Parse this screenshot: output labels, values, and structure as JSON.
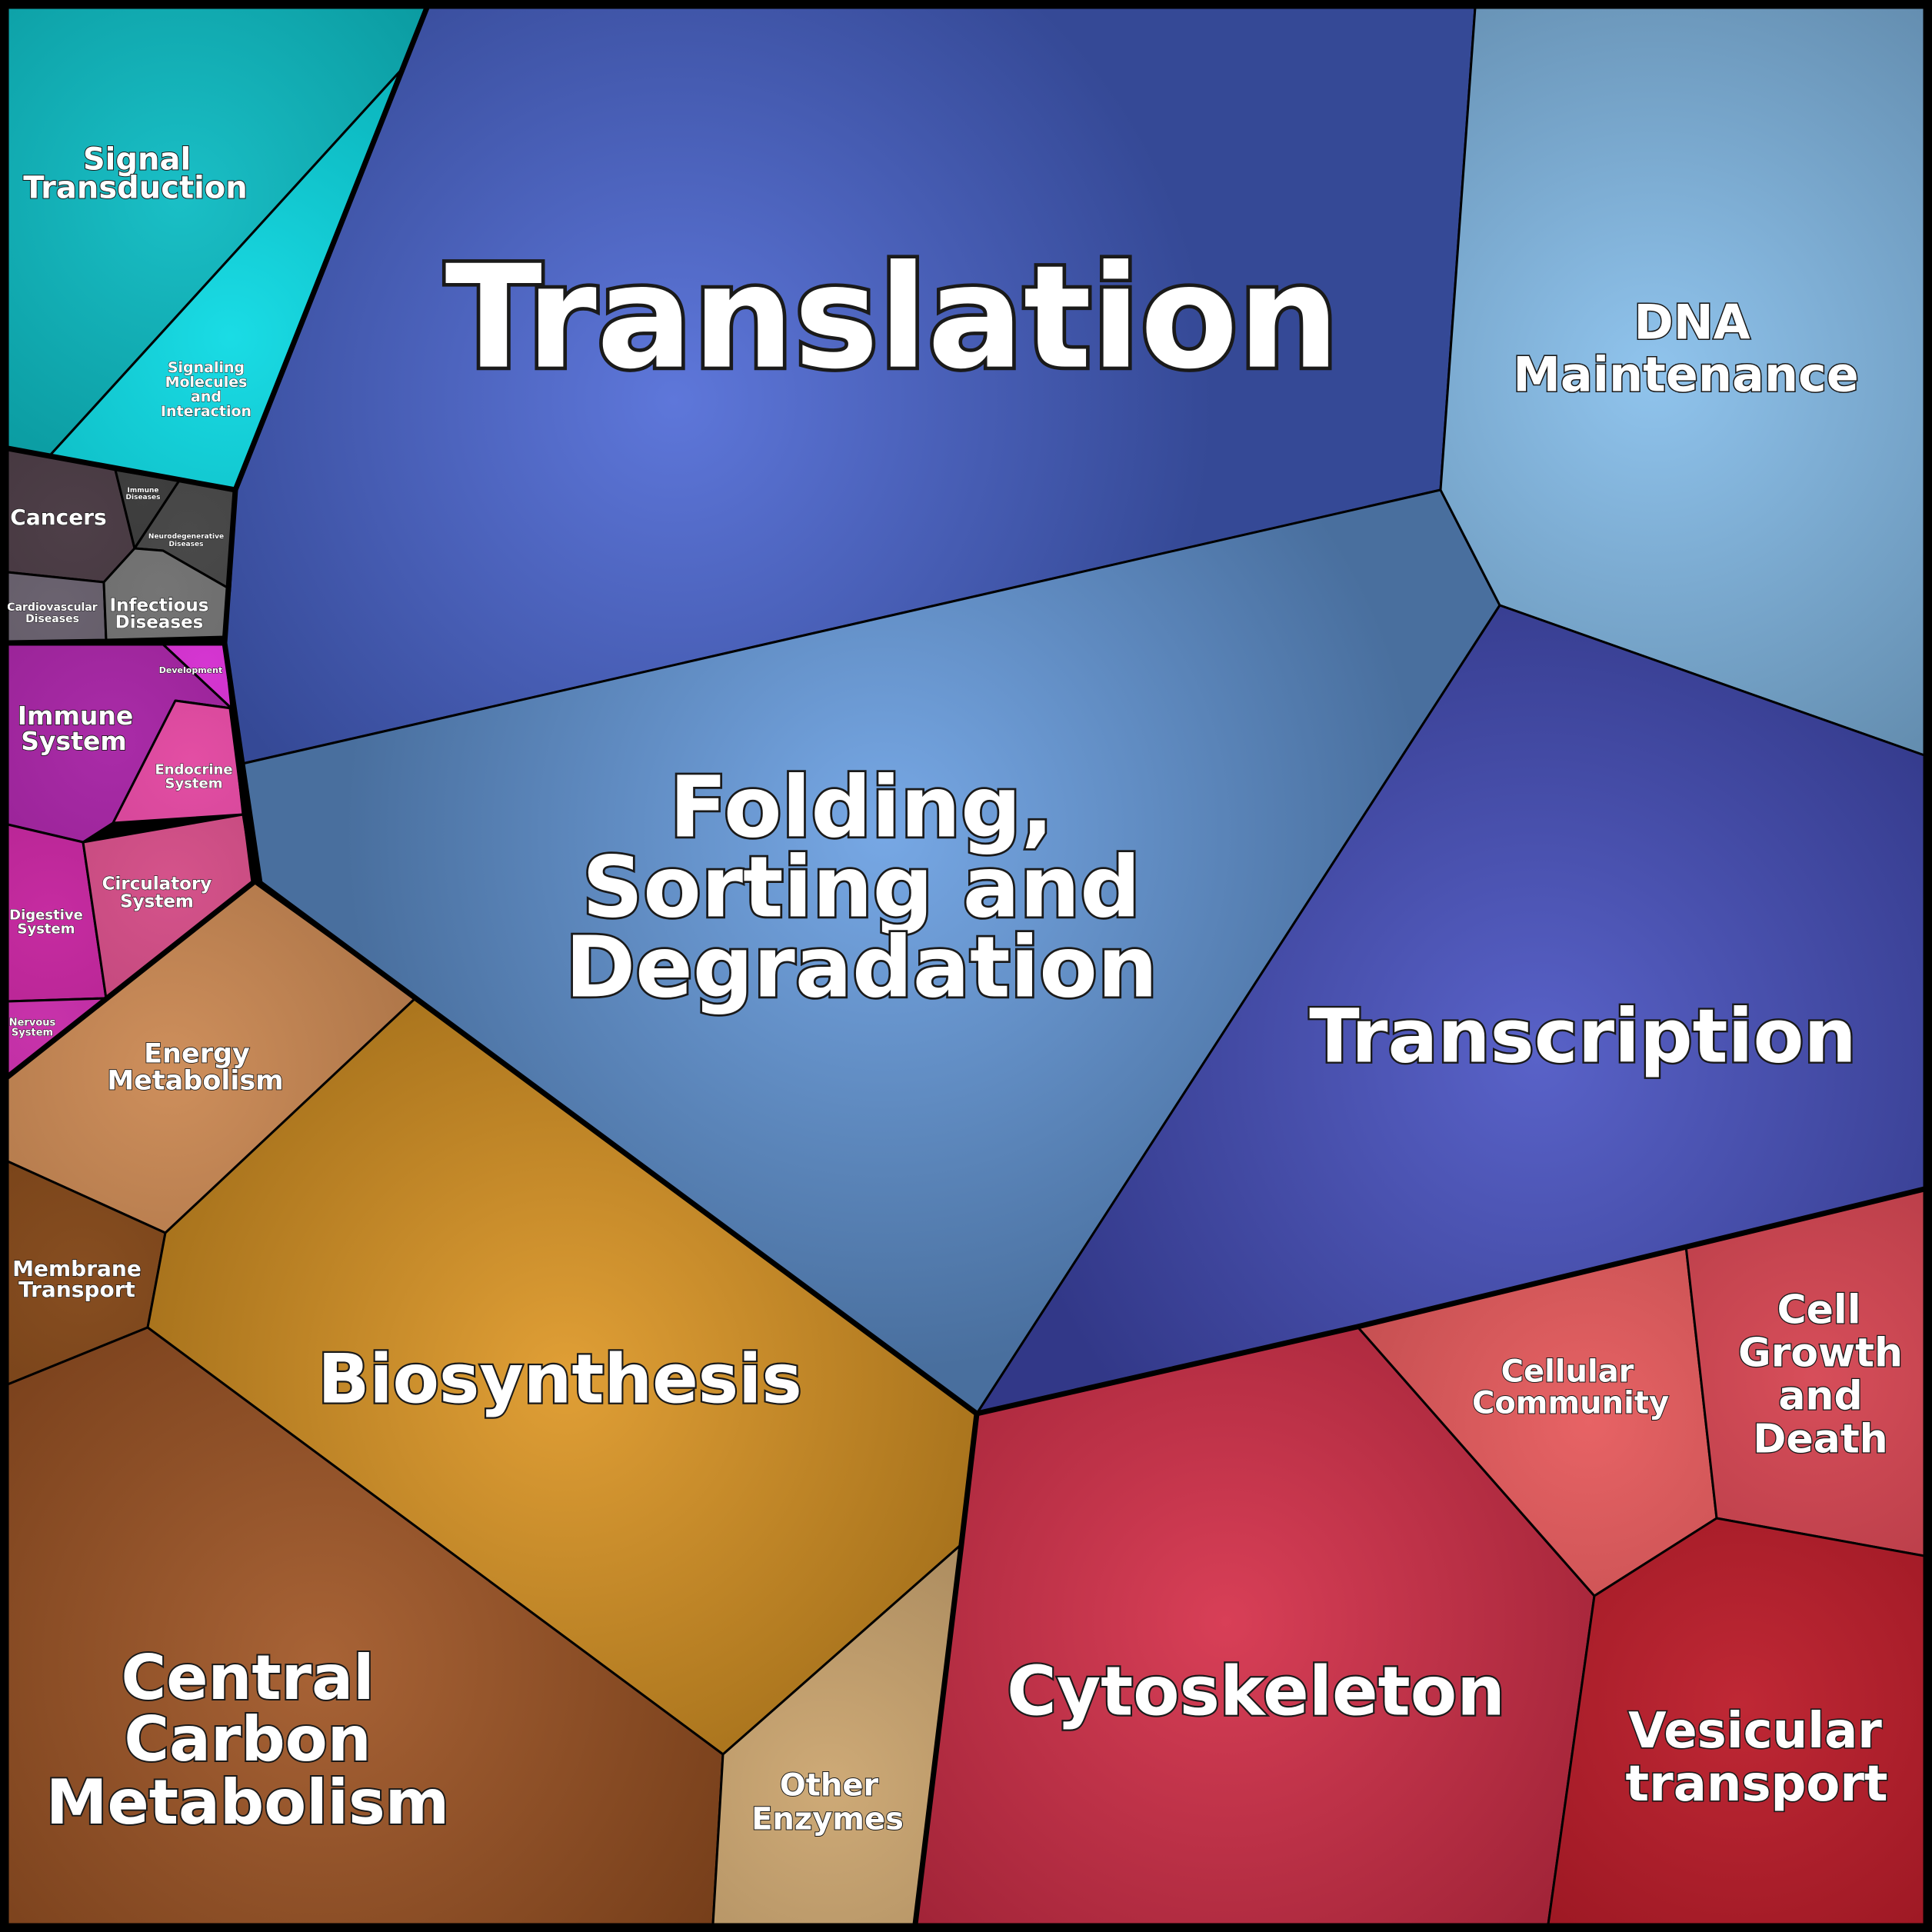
{
  "diagram": {
    "type": "voronoi-treemap",
    "colors": {
      "outline": "#000000",
      "label": "#ffffff",
      "label_shadow": "#1a1a1a"
    }
  },
  "cells": [
    {
      "id": "translation",
      "label": "Translation",
      "group": "genetic-information-processing",
      "color": "#4C68D6"
    },
    {
      "id": "folding",
      "label": "Folding, Sorting and Degradation",
      "group": "genetic-information-processing",
      "color": "#689EE2"
    },
    {
      "id": "dna-maintenance",
      "label": "DNA Maintenance",
      "group": "genetic-information-processing",
      "color": "#84BDEB"
    },
    {
      "id": "transcription",
      "label": "Transcription",
      "group": "genetic-information-processing",
      "color": "#4750C2"
    },
    {
      "id": "signal-transduction",
      "label": "Signal Transduction",
      "group": "environmental-information-processing",
      "color": "#00B8C0"
    },
    {
      "id": "signaling-molecules",
      "label": "Signaling Molecules and Interaction",
      "group": "environmental-information-processing",
      "color": "#00D8E2"
    },
    {
      "id": "cancers",
      "label": "Cancers",
      "group": "human-diseases",
      "color": "#3A2A34"
    },
    {
      "id": "immune-diseases",
      "label": "Immune Diseases",
      "group": "human-diseases",
      "color": "#2A2A2A"
    },
    {
      "id": "neurodegenerative-diseases",
      "label": "Neurodegenerative Diseases",
      "group": "human-diseases",
      "color": "#363636"
    },
    {
      "id": "cardiovascular-diseases",
      "label": "Cardiovascular Diseases",
      "group": "human-diseases",
      "color": "#5A5260"
    },
    {
      "id": "infectious-diseases",
      "label": "Infectious Diseases",
      "group": "human-diseases",
      "color": "#666666"
    },
    {
      "id": "development",
      "label": "Development",
      "group": "organismal-systems",
      "color": "#D020CC"
    },
    {
      "id": "immune-system",
      "label": "Immune System",
      "group": "organismal-systems",
      "color": "#A0149E"
    },
    {
      "id": "endocrine-system",
      "label": "Endocrine System",
      "group": "organismal-systems",
      "color": "#E03A9A"
    },
    {
      "id": "digestive-system",
      "label": "Digestive System",
      "group": "organismal-systems",
      "color": "#C01496"
    },
    {
      "id": "circulatory-system",
      "label": "Circulatory System",
      "group": "organismal-systems",
      "color": "#D0407E"
    },
    {
      "id": "nervous-system",
      "label": "Nervous System",
      "group": "organismal-systems",
      "color": "#C21CA2"
    },
    {
      "id": "energy-metabolism",
      "label": "Energy Metabolism",
      "group": "metabolism",
      "color": "#C8824A"
    },
    {
      "id": "membrane-transport",
      "label": "Membrane Transport",
      "group": "metabolism",
      "color": "#7A3A08"
    },
    {
      "id": "biosynthesis",
      "label": "Biosynthesis",
      "group": "metabolism",
      "color": "#DC9420"
    },
    {
      "id": "central-carbon",
      "label": "Central Carbon Metabolism",
      "group": "metabolism",
      "color": "#9E5220"
    },
    {
      "id": "other-enzymes",
      "label": "Other Enzymes",
      "group": "metabolism",
      "color": "#C8A068"
    },
    {
      "id": "cytoskeleton",
      "label": "Cytoskeleton",
      "group": "cellular-processes",
      "color": "#D42A44"
    },
    {
      "id": "cellular-community",
      "label": "Cellular Community",
      "group": "cellular-processes",
      "color": "#E45254"
    },
    {
      "id": "cell-growth-death",
      "label": "Cell Growth and Death",
      "group": "cellular-processes",
      "color": "#D23A48"
    },
    {
      "id": "vesicular-transport",
      "label": "Vesicular transport",
      "group": "cellular-processes",
      "color": "#B8101E"
    }
  ]
}
